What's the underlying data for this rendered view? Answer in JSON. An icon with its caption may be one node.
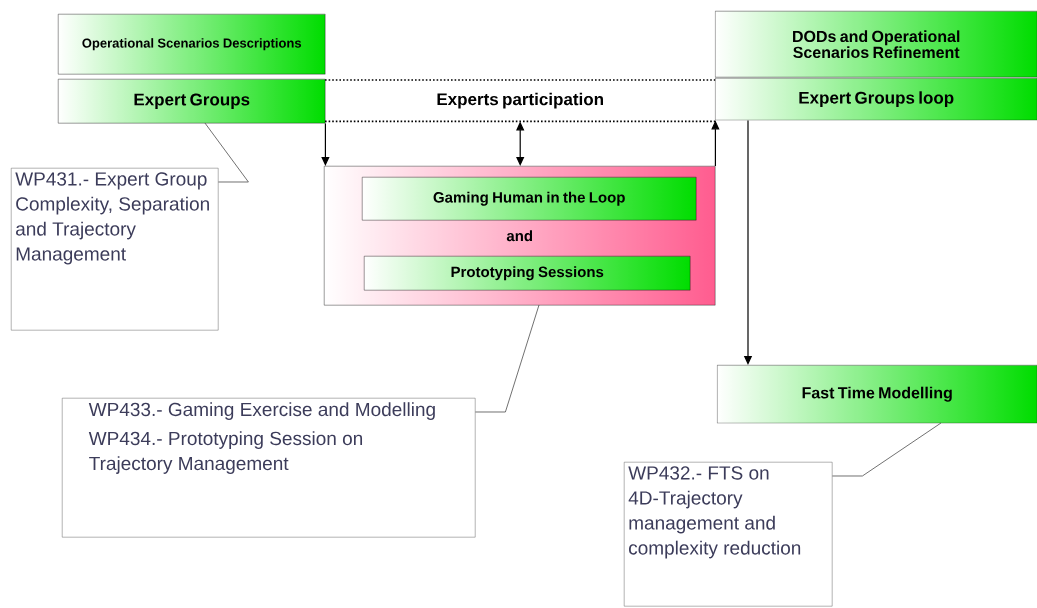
{
  "diagram": {
    "nodes": [
      {
        "text": [
          "Operational Scenarios Descriptions"
        ]
      },
      {
        "text": [
          "Expert Groups"
        ]
      },
      {
        "text": [
          "Experts participation"
        ]
      },
      {
        "text": [
          "DODs and Operational Scenarios Refinement"
        ]
      },
      {
        "text": [
          "Expert Groups loop"
        ]
      },
      {
        "text": [
          "and"
        ]
      },
      {
        "text": [
          "Gaming Human in the Loop"
        ],
        "in": 5
      },
      {
        "text": [
          "Prototyping Sessions"
        ],
        "in": 5
      },
      {
        "text": [
          "Fast Time Modelling"
        ]
      },
      {
        "text": [
          "WP431.- Expert Group Complexity, Separation and Trajectory Management"
        ]
      },
      {
        "text": [
          "WP433.- Gaming Exercise and Modelling",
          "WP434.- Prototyping Session on Trajectory Management"
        ]
      },
      {
        "text": [
          "WP432.- FTS on 4D-Trajectory management and complexity reduction"
        ]
      }
    ],
    "edges": [
      {
        "from": 1,
        "to": 5,
        "arrow": "to"
      },
      {
        "from": 2,
        "to": 5,
        "arrow": "both"
      },
      {
        "from": 5,
        "to": 4,
        "arrow": "to"
      },
      {
        "from": 4,
        "to": 8,
        "arrow": "to"
      },
      {
        "from": 9,
        "to": 1,
        "arrow": "none"
      },
      {
        "from": 10,
        "to": 5,
        "arrow": "none"
      },
      {
        "from": 11,
        "to": 8,
        "arrow": "none"
      }
    ]
  }
}
